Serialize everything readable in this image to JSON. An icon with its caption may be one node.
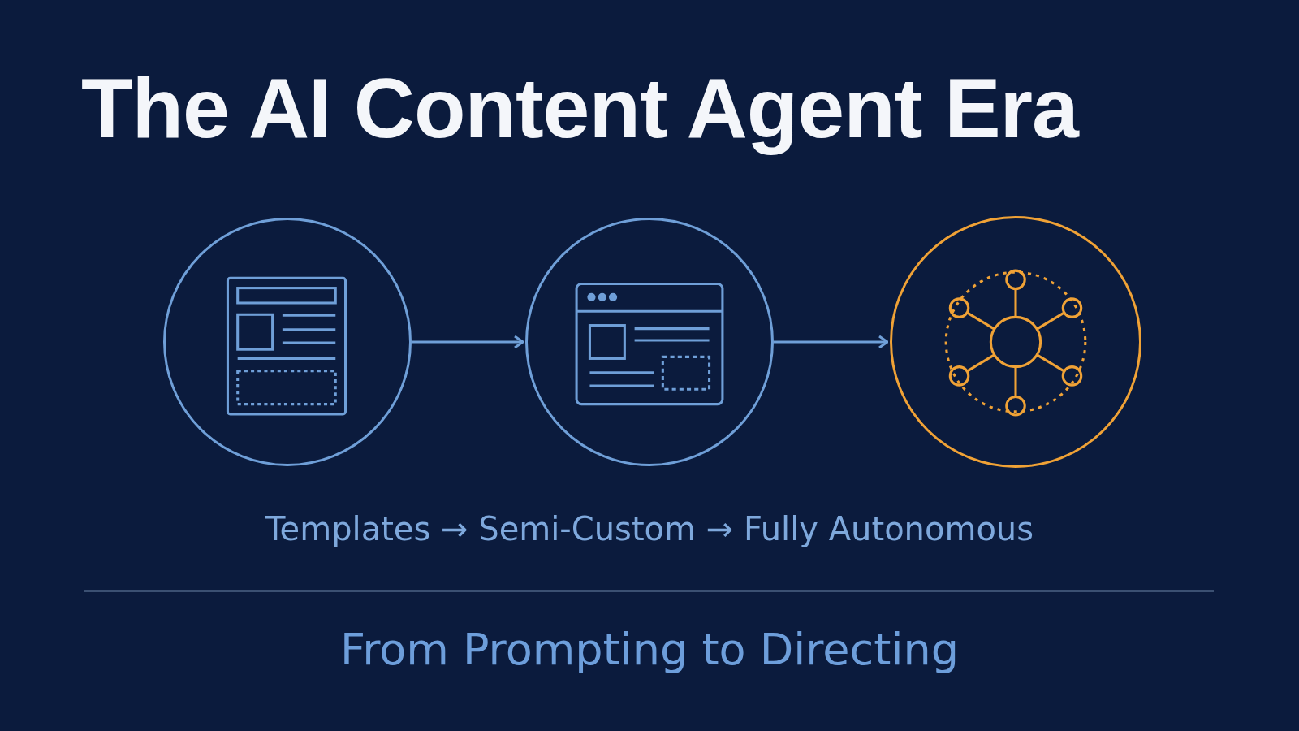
{
  "diagram": {
    "title": "The AI Content Agent Era",
    "nodes": [
      {
        "text": [],
        "shape": "circle"
      },
      {
        "text": [],
        "shape": "circle"
      },
      {
        "text": [],
        "shape": "circle"
      }
    ],
    "edges": [
      {
        "from": 0,
        "to": 1,
        "arrow": "to"
      },
      {
        "from": 1,
        "to": 2,
        "arrow": "to"
      }
    ],
    "labels": [
      "Templates → Semi-Custom → Fully Autonomous",
      "From Prompting to Directing"
    ]
  }
}
